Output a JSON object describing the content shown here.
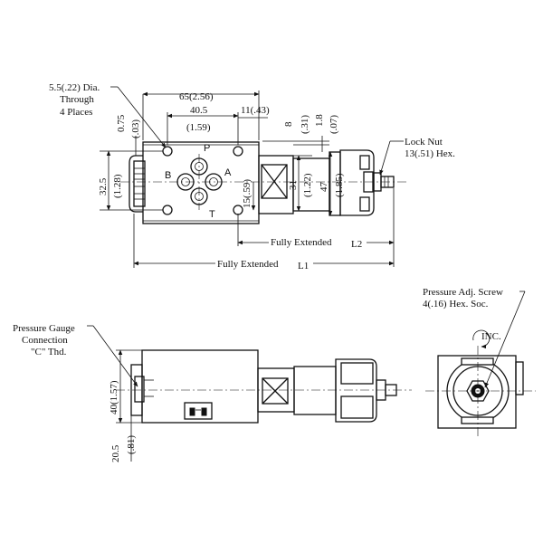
{
  "top_view": {
    "callout_hole": [
      "5.5(.22) Dia.",
      "Through",
      "4 Places"
    ],
    "dim_65": "65(2.56)",
    "dim_40_5": "40.5",
    "dim_1_59": "(1.59)",
    "dim_11": "11(.43)",
    "dim_0_75": "0.75",
    "dim_03": "(.03)",
    "dim_8": "8",
    "dim_31": "(.31)",
    "dim_1_8": "1.8",
    "dim_07": "(.07)",
    "dim_32_5": "32.5",
    "dim_1_28": "(1.28)",
    "dim_15": "15(.59)",
    "dim_31b": "31",
    "dim_1_22": "(1.22)",
    "dim_47": "47",
    "dim_1_85": "(1.85)",
    "port_p": "P",
    "port_a": "A",
    "port_b": "B",
    "port_t": "T",
    "lock_nut": [
      "Lock Nut",
      "13(.51) Hex."
    ],
    "fully_l2": "Fully Extended",
    "l2_sub": "L2",
    "fully_l1": "Fully Extended",
    "l1_sub": "L1"
  },
  "side_view": {
    "gauge": [
      "Pressure Gauge",
      "Connection",
      "\"C\" Thd."
    ],
    "dim_40": "40(1.57)",
    "dim_20_5": "20.5",
    "dim_81": "(.81)"
  },
  "end_view": {
    "screw": [
      "Pressure Adj. Screw",
      "4(.16) Hex. Soc."
    ],
    "inc": "INC."
  }
}
